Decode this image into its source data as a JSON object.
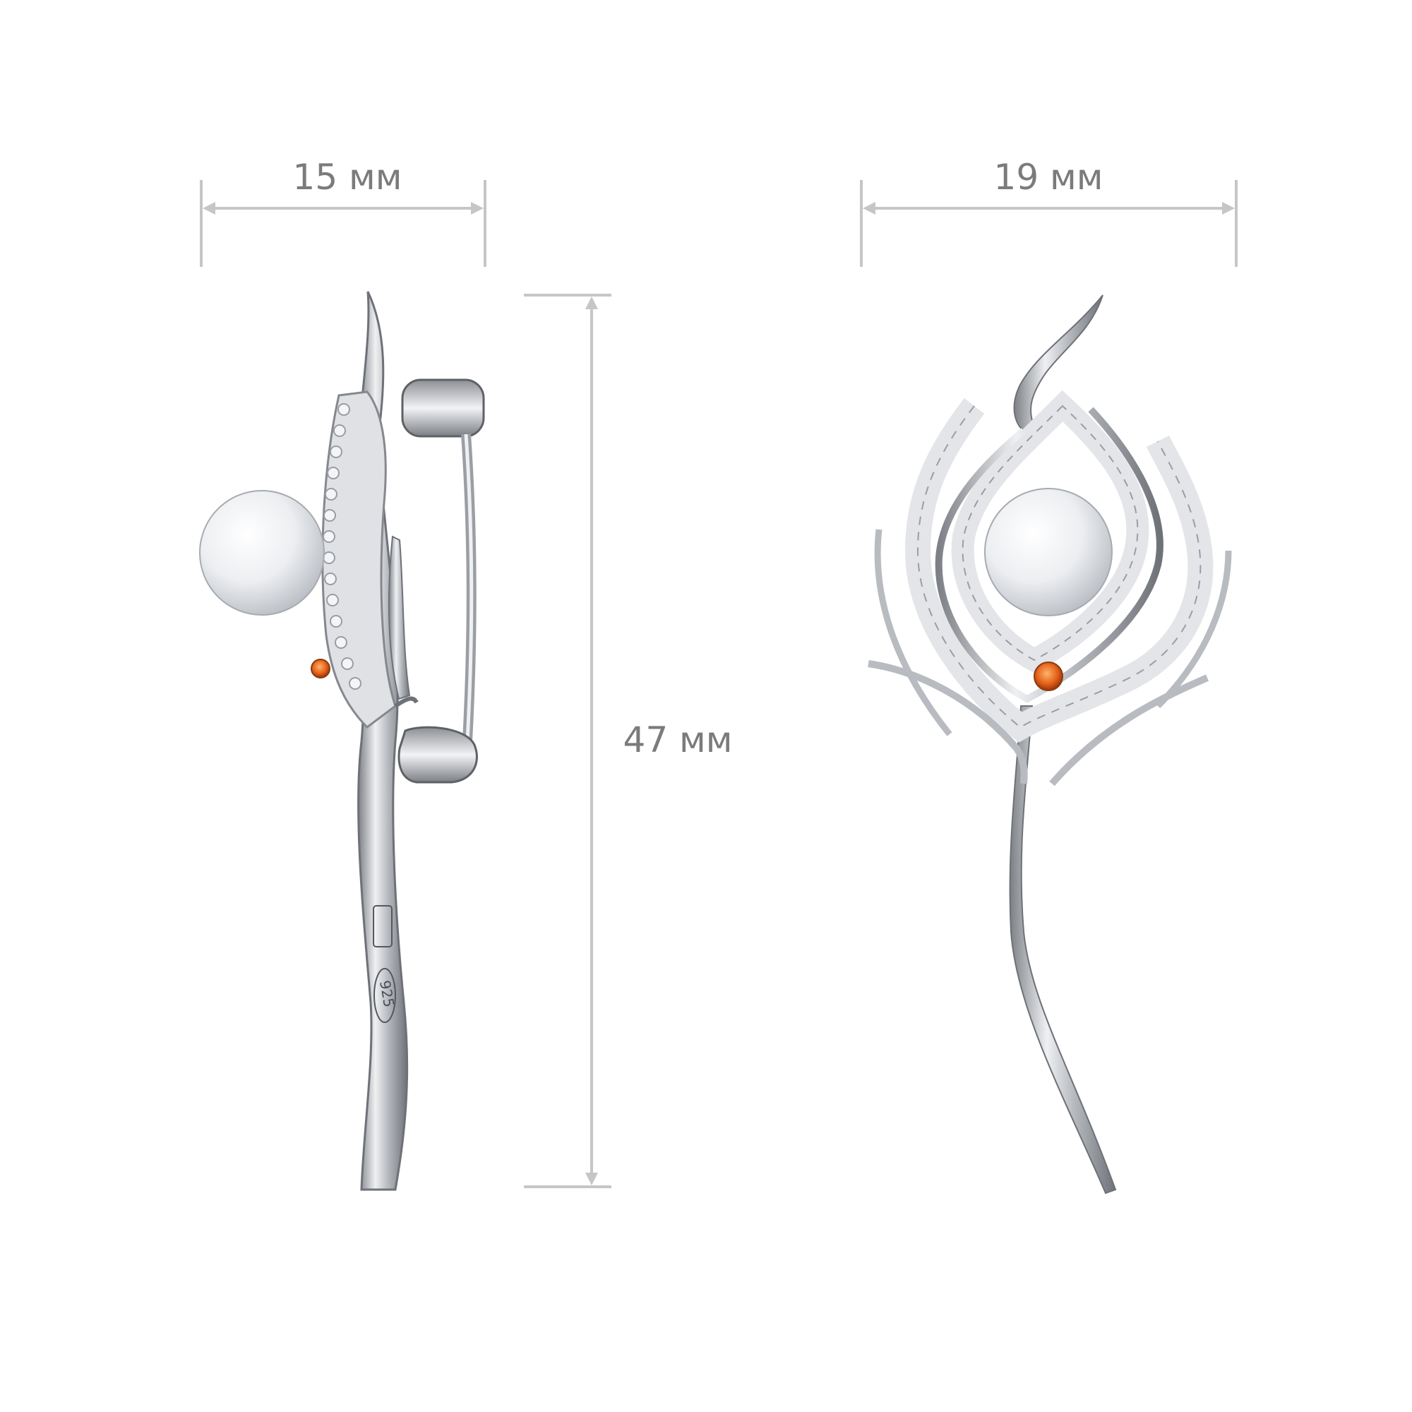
{
  "dimensions": {
    "side_width": "15 мм",
    "front_width": "19 мм",
    "height": "47 мм"
  },
  "hallmark": {
    "assay_mark": "925"
  },
  "colors": {
    "background": "#ffffff",
    "dimension_line": "#c6c6c6",
    "dimension_text": "#7b7b7b",
    "silver": "#d7d9dc",
    "pearl": "#eef0f2",
    "accent_stone": "#e4641c"
  }
}
